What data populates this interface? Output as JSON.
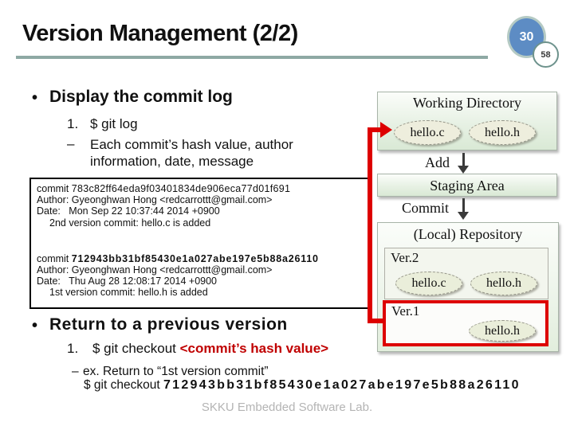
{
  "slide": {
    "title": "Version Management (2/2)",
    "page_number": "30",
    "page_total": "58",
    "footer": "SKKU Embedded Software Lab."
  },
  "sections": {
    "display_log": {
      "bullet": "•",
      "heading": "Display the commit log",
      "item1_marker": "1.",
      "item1_text": "$ git log",
      "item2_marker": "–",
      "item2_text": "Each commit’s hash value, author information, date, message"
    },
    "return_version": {
      "bullet": "•",
      "heading": "Return to a previous version",
      "item1_marker": "1.",
      "item1_prefix": "$ git checkout ",
      "item1_highlight": "<commit’s hash value>",
      "item2_marker": "–",
      "item2_text": "ex. Return to “1st version commit”",
      "item3_prefix": "$ git checkout ",
      "item3_hash": "712943bb31bf85430e1a027abe197e5b88a26110"
    }
  },
  "commit_log": {
    "entries": [
      {
        "label": "commit ",
        "hash": "783c82ff64eda9f03401834de906eca77d01f691",
        "author": "Author: Gyeonghwan Hong <redcarrottt@gmail.com>",
        "date": "Date:   Mon Sep 22 10:37:44 2014 +0900",
        "message": "2nd version commit: hello.c is added"
      },
      {
        "label": "commit ",
        "hash": "712943bb31bf85430e1a027abe197e5b88a26110",
        "author": "Author: Gyeonghwan Hong <redcarrottt@gmail.com>",
        "date": "Date:   Thu Aug 28 12:08:17 2014 +0900",
        "message": "1st version commit: hello.h is added"
      }
    ]
  },
  "diagram": {
    "working_directory": {
      "title": "Working Directory",
      "files": [
        "hello.c",
        "hello.h"
      ]
    },
    "add_label": "Add",
    "staging_area": {
      "title": "Staging Area"
    },
    "commit_label": "Commit",
    "repository": {
      "title": "(Local) Repository",
      "versions": [
        {
          "label": "Ver.2",
          "files": [
            "hello.c",
            "hello.h"
          ]
        },
        {
          "label": "Ver.1",
          "files": [
            "hello.h"
          ]
        }
      ]
    }
  },
  "colors": {
    "connector_red": "#dd0000",
    "highlight_text_red": "#c00000",
    "badge_blue": "#5d8cc4",
    "title_underline": "#8ea9a4",
    "footer_gray": "#b4b4b4",
    "diagram_box_green": "#e3efe0",
    "ellipse_cream": "#eeeedd"
  }
}
